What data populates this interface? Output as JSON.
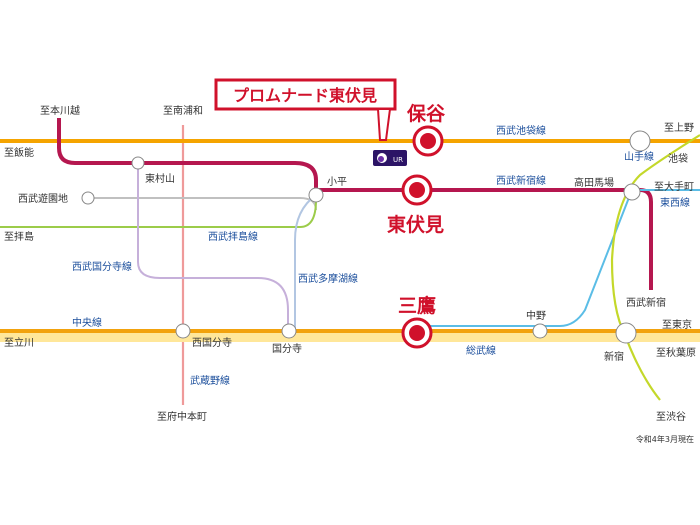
{
  "colors": {
    "chuo": "#f2a20d",
    "chuo_band": "#ffe79a",
    "seibu_shinjuku": "#b5174f",
    "seibu_ikebukuro": "#f5a400",
    "haijima": "#9ccc4a",
    "kokubunji": "#c6b0da",
    "tamako": "#b2c6e2",
    "yurakucho_gray": "#c0c0c0",
    "musashino": "#ef9a9a",
    "yamanote": "#c4d82a",
    "tozai": "#5bbde6",
    "highlight": "#d0112b"
  },
  "callout": {
    "property_name": "プロムナード東伏見"
  },
  "highlights": {
    "hoya": "保谷",
    "higashifushimi": "東伏見",
    "mitaka": "三鷹"
  },
  "logo": {
    "text": "UR"
  },
  "stations": {
    "higashimurayama": "東村山",
    "kodaira": "小平",
    "seibuyuenchi": "西武遊園地",
    "takadanobaba": "高田馬場",
    "seibushinjuku": "西武新宿",
    "nakano": "中野",
    "shinjuku": "新宿",
    "nishikokubunji": "西国分寺",
    "kokubunji": "国分寺",
    "ikebukuro": "池袋"
  },
  "directions": {
    "hon_kawagoe": "至本川越",
    "minami_urawa": "至南浦和",
    "hanno": "至飯能",
    "haijima": "至拝島",
    "tachikawa": "至立川",
    "fuchu_hommachi": "至府中本町",
    "ueno": "至上野",
    "otemachi": "至大手町",
    "tokyo": "至東京",
    "akihabara": "至秋葉原",
    "shibuya": "至渋谷"
  },
  "lines": {
    "seibu_ikebukuro": "西武池袋線",
    "seibu_shinjuku": "西武新宿線",
    "seibu_haijima": "西武拝島線",
    "seibu_kokubunji": "西武国分寺線",
    "seibu_tamako": "西武多摩湖線",
    "chuo": "中央線",
    "sobu": "総武線",
    "musashino": "武蔵野線",
    "yamanote": "山手線",
    "tozai": "東西線"
  },
  "note": "令和4年3月現在"
}
